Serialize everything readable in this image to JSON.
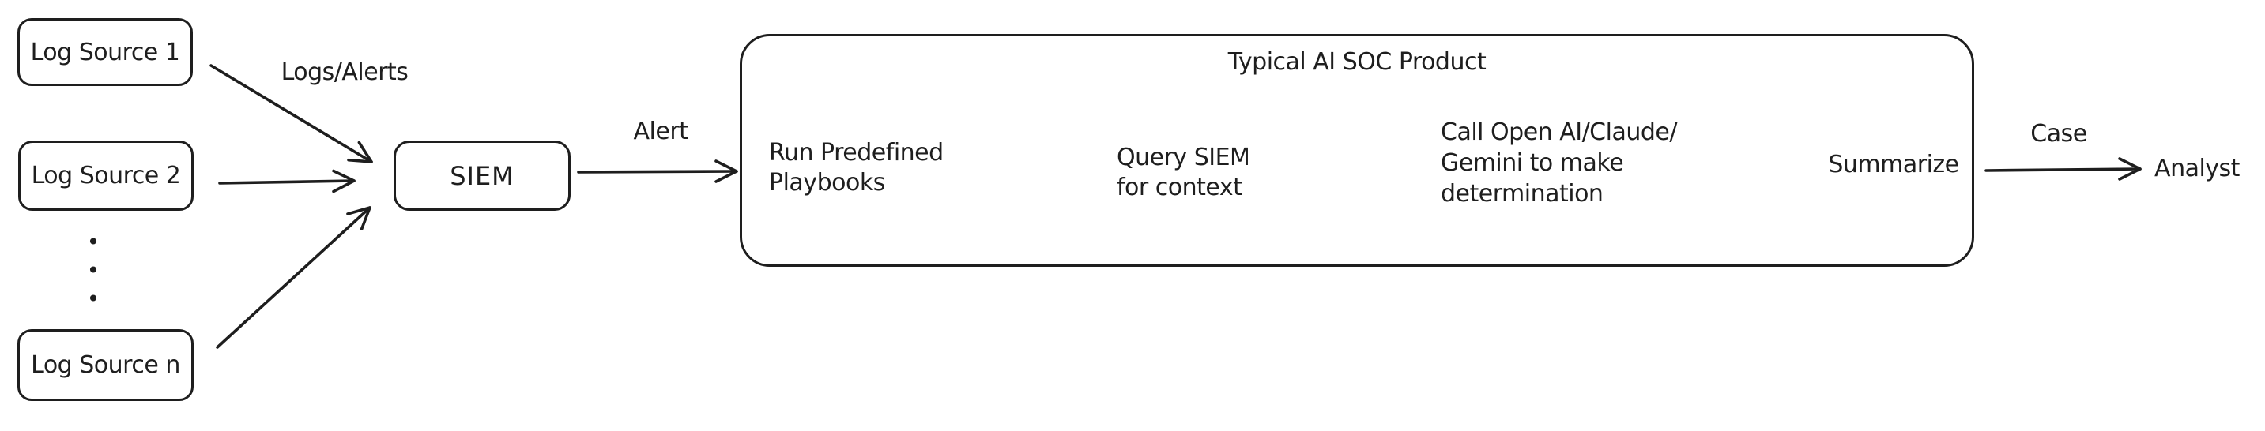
{
  "canvas": {
    "background": "#ffffff",
    "ink_color": "#1e1e1e"
  },
  "nodes": {
    "log_sources": [
      {
        "label": "Log Source 1"
      },
      {
        "label": "Log Source 2"
      },
      {
        "label": "Log Source n"
      }
    ],
    "ellipsis_dot": "•",
    "siem": {
      "label": "SIEM"
    },
    "soc_product": {
      "title": "Typical AI SOC Product",
      "steps": [
        "Run Predefined\nPlaybooks",
        "Query SIEM\nfor context",
        "Call Open AI/Claude/\nGemini to make\ndetermination",
        "Summarize"
      ]
    },
    "analyst": {
      "label": "Analyst"
    }
  },
  "edges": {
    "logs_alerts_label": "Logs/Alerts",
    "alert_label": "Alert",
    "case_label": "Case"
  }
}
